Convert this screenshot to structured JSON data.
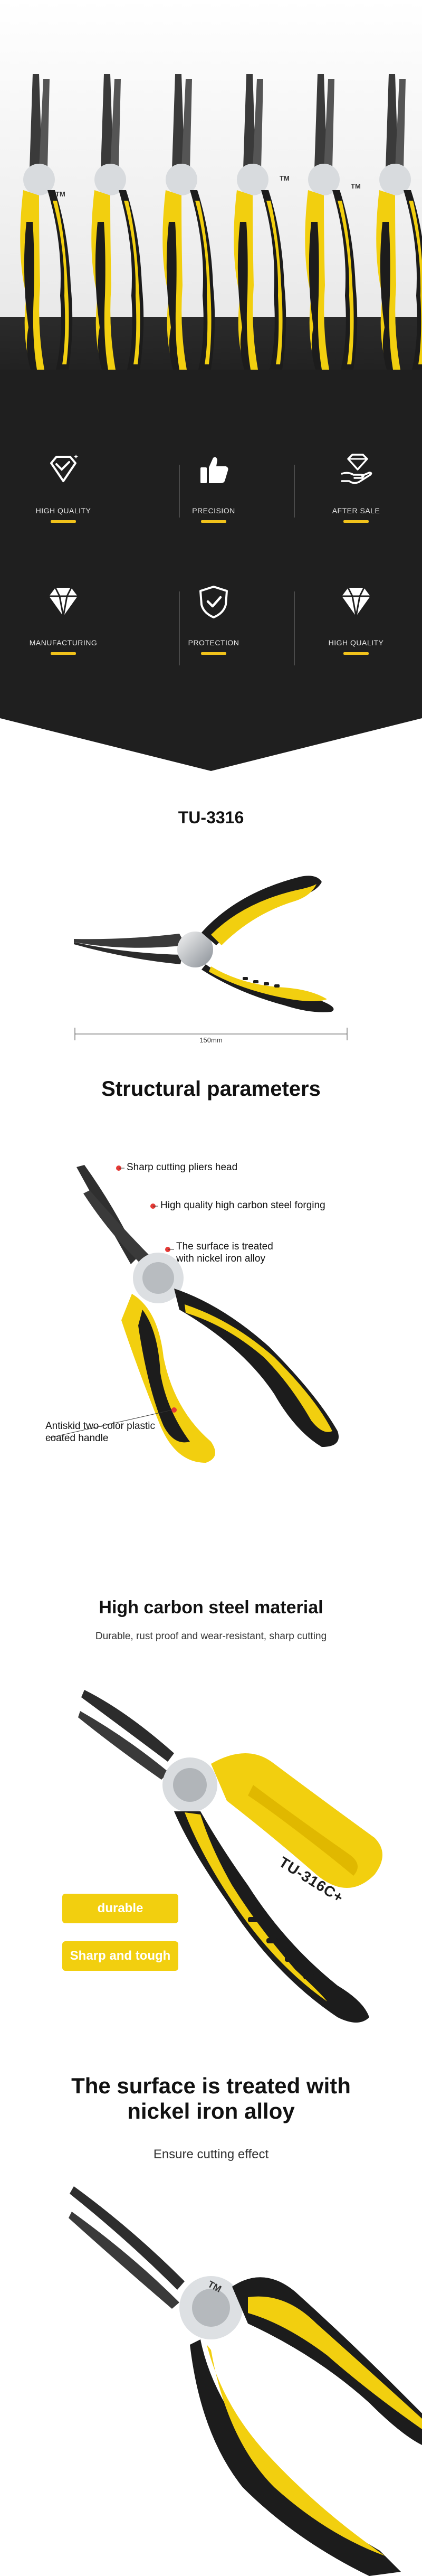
{
  "hero": {
    "pliers": [
      {
        "engraving": ""
      },
      {
        "engraving": ""
      },
      {
        "engraving": ""
      },
      {
        "engraving": "TM"
      },
      {
        "engraving": "TM"
      },
      {
        "engraving": "TM"
      }
    ]
  },
  "features": {
    "items": [
      {
        "icon": "diamond-check-icon",
        "label": "HIGH QUALITY"
      },
      {
        "icon": "thumbs-up-icon",
        "label": "PRECISION"
      },
      {
        "icon": "diamond-hand-icon",
        "label": "AFTER SALE"
      },
      {
        "icon": "diamond-icon",
        "label": "MANUFACTURING"
      },
      {
        "icon": "shield-check-icon",
        "label": "PROTECTION"
      },
      {
        "icon": "diamond-icon",
        "label": "HIGH QUALITY"
      }
    ],
    "accent": "#f1c21b"
  },
  "model": {
    "title": "TU-3316",
    "dimension": "150mm"
  },
  "structure": {
    "title": "Structural parameters",
    "callouts": [
      "Sharp cutting pliers head",
      "High quality high carbon steel forging",
      "The surface is treated with nickel iron alloy",
      "Antiskid two-color plastic coated handle"
    ]
  },
  "material": {
    "title": "High carbon steel material",
    "subtitle": "Durable, rust proof and wear-resistant, sharp cutting",
    "badges": [
      "durable",
      "Sharp and tough"
    ],
    "engraving": "TU-316C+"
  },
  "surface": {
    "title_line1": "The surface is treated with",
    "title_line2": "nickel iron alloy",
    "subtitle": "Ensure cutting effect",
    "engraving": "TM"
  },
  "colors": {
    "brand_yellow": "#f2cf0f",
    "handle_black": "#1c1c1c",
    "dark_bg": "#1f1f1f"
  }
}
